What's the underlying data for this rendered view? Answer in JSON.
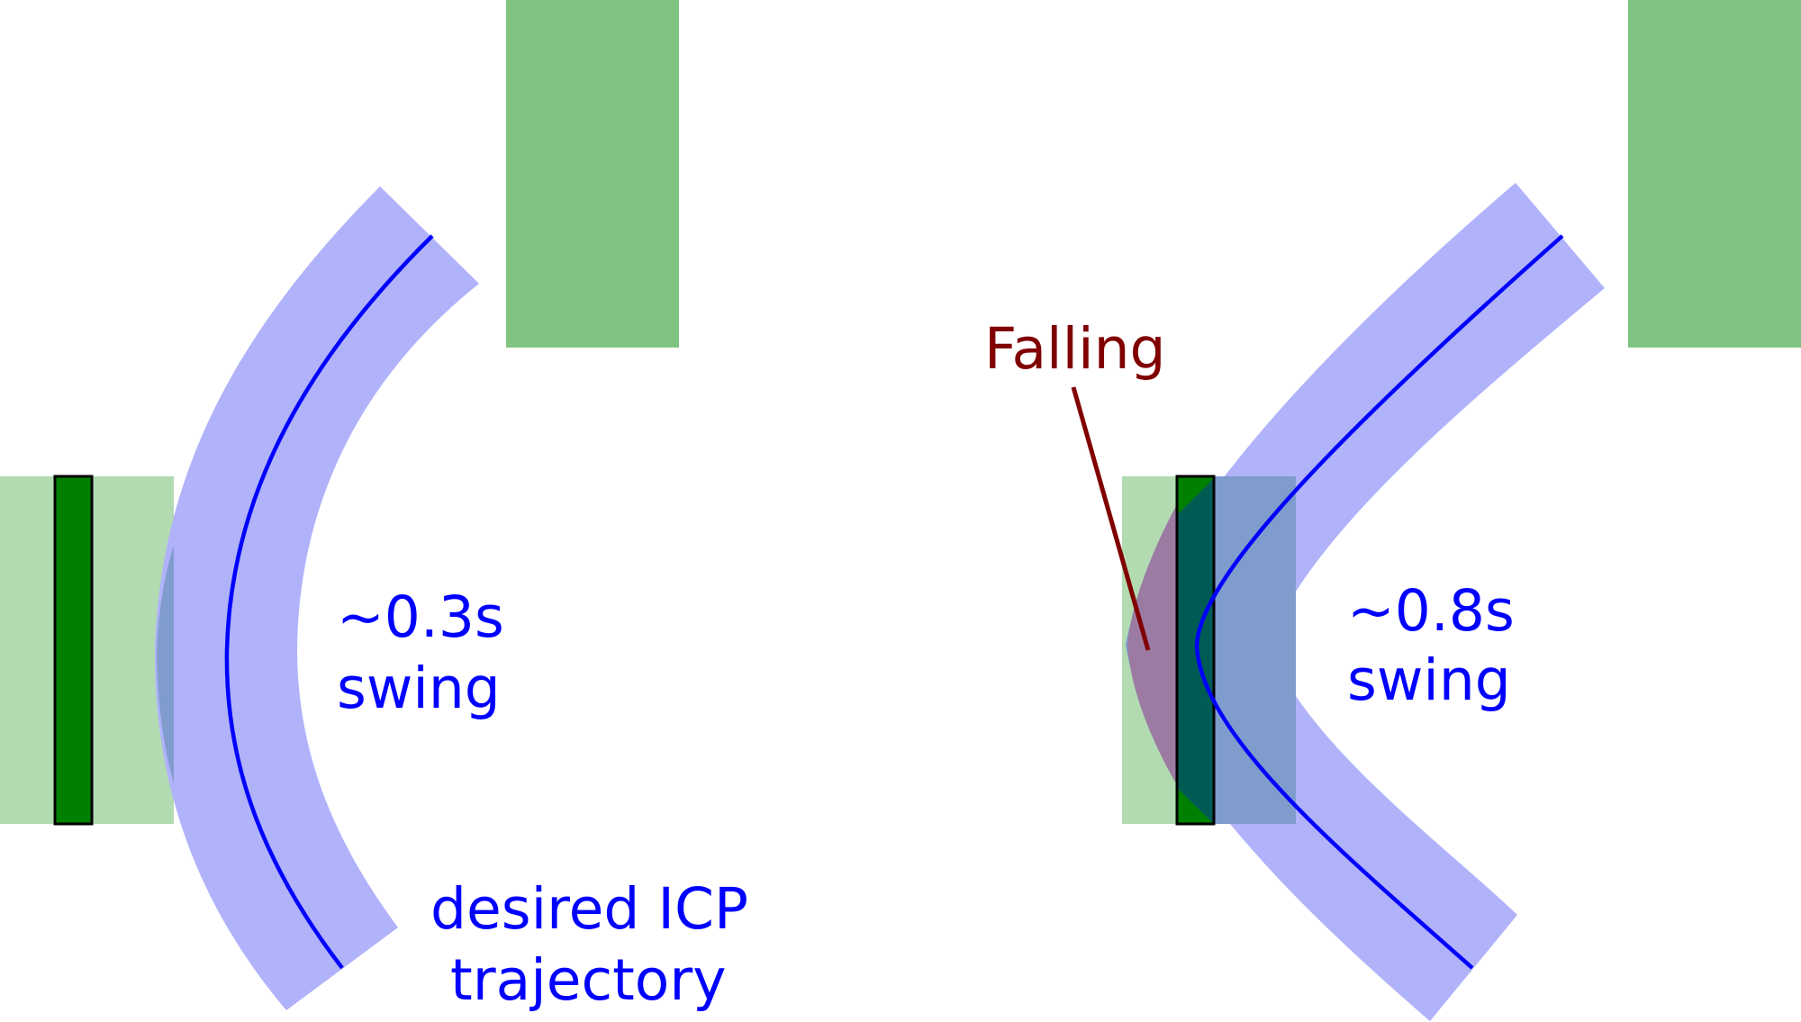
{
  "colors": {
    "background": "#ffffff",
    "support_light": "#b2dbb2",
    "support_target": "#80c380",
    "foot_dark": "#008000",
    "foot_overlap": "#005b55",
    "band": "#b0b2fa",
    "band_over_support": "#7f9ccd",
    "fall_zone": "#9c7ba3",
    "trajectory": "#0000ff",
    "annotation": "#800000"
  },
  "left": {
    "time_label": "~0.3s",
    "swing_label": "swing",
    "trajectory_label_line1": "desired ICP",
    "trajectory_label_line2": "trajectory"
  },
  "right": {
    "time_label": "~0.8s",
    "swing_label": "swing",
    "falling_label": "Falling"
  }
}
